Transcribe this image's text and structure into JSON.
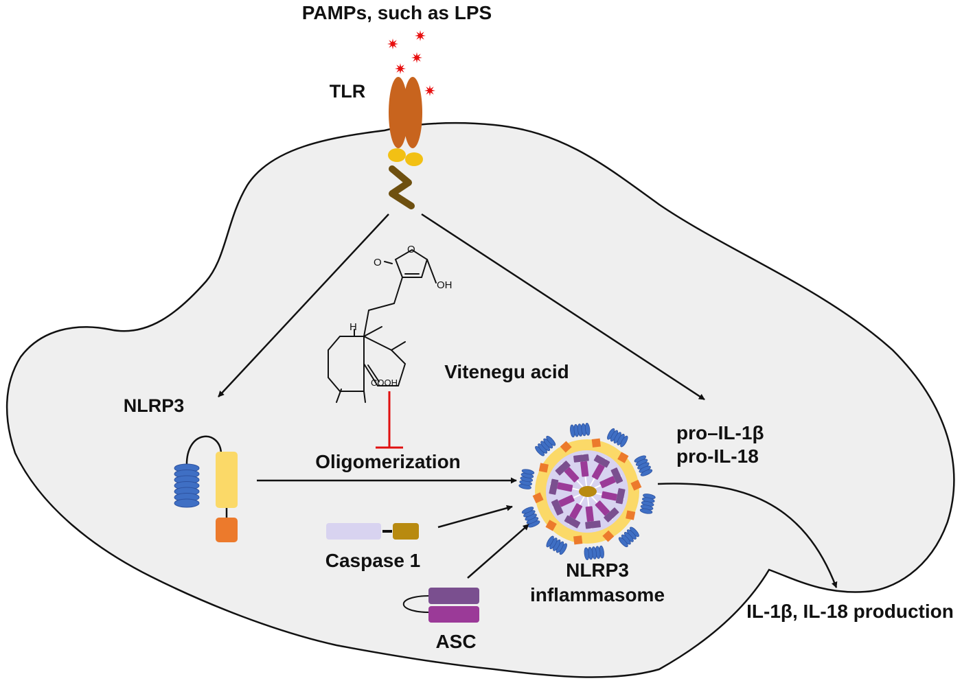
{
  "labels": {
    "pamps": "PAMPs, such as LPS",
    "tlr": "TLR",
    "nlrp3": "NLRP3",
    "vitenegu_acid": "Vitenegu acid",
    "oligomerization": "Oligomerization",
    "caspase1": "Caspase 1",
    "asc": "ASC",
    "inflammasome_line1": "NLRP3",
    "inflammasome_line2": "inflammasome",
    "pro_il1b": "pro–IL-1β",
    "pro_il18": "pro-IL-18",
    "production": "IL-1β, IL-18 production"
  },
  "molecule_labels": {
    "carbonyl_o": "O",
    "ring_o": "O",
    "hydroxyl": "OH",
    "hydrogen": "H",
    "carboxyl": "COOH"
  },
  "colors": {
    "cell_fill": "#efefef",
    "cell_stroke": "#111111",
    "tlr": "#c8641e",
    "tlr_base": "#f2c014",
    "tlr_tail": "#6e5010",
    "lps": "#e81010",
    "nlrp3_pyd": "#3f6fc4",
    "nlrp3_nacht": "#fbd968",
    "nlrp3_lrr": "#ec7a2c",
    "caspase_card": "#d8d3f0",
    "caspase_domain": "#b88a10",
    "asc_top": "#7a4f8f",
    "asc_bottom": "#9b3a98",
    "inhibition": "#e01010"
  }
}
